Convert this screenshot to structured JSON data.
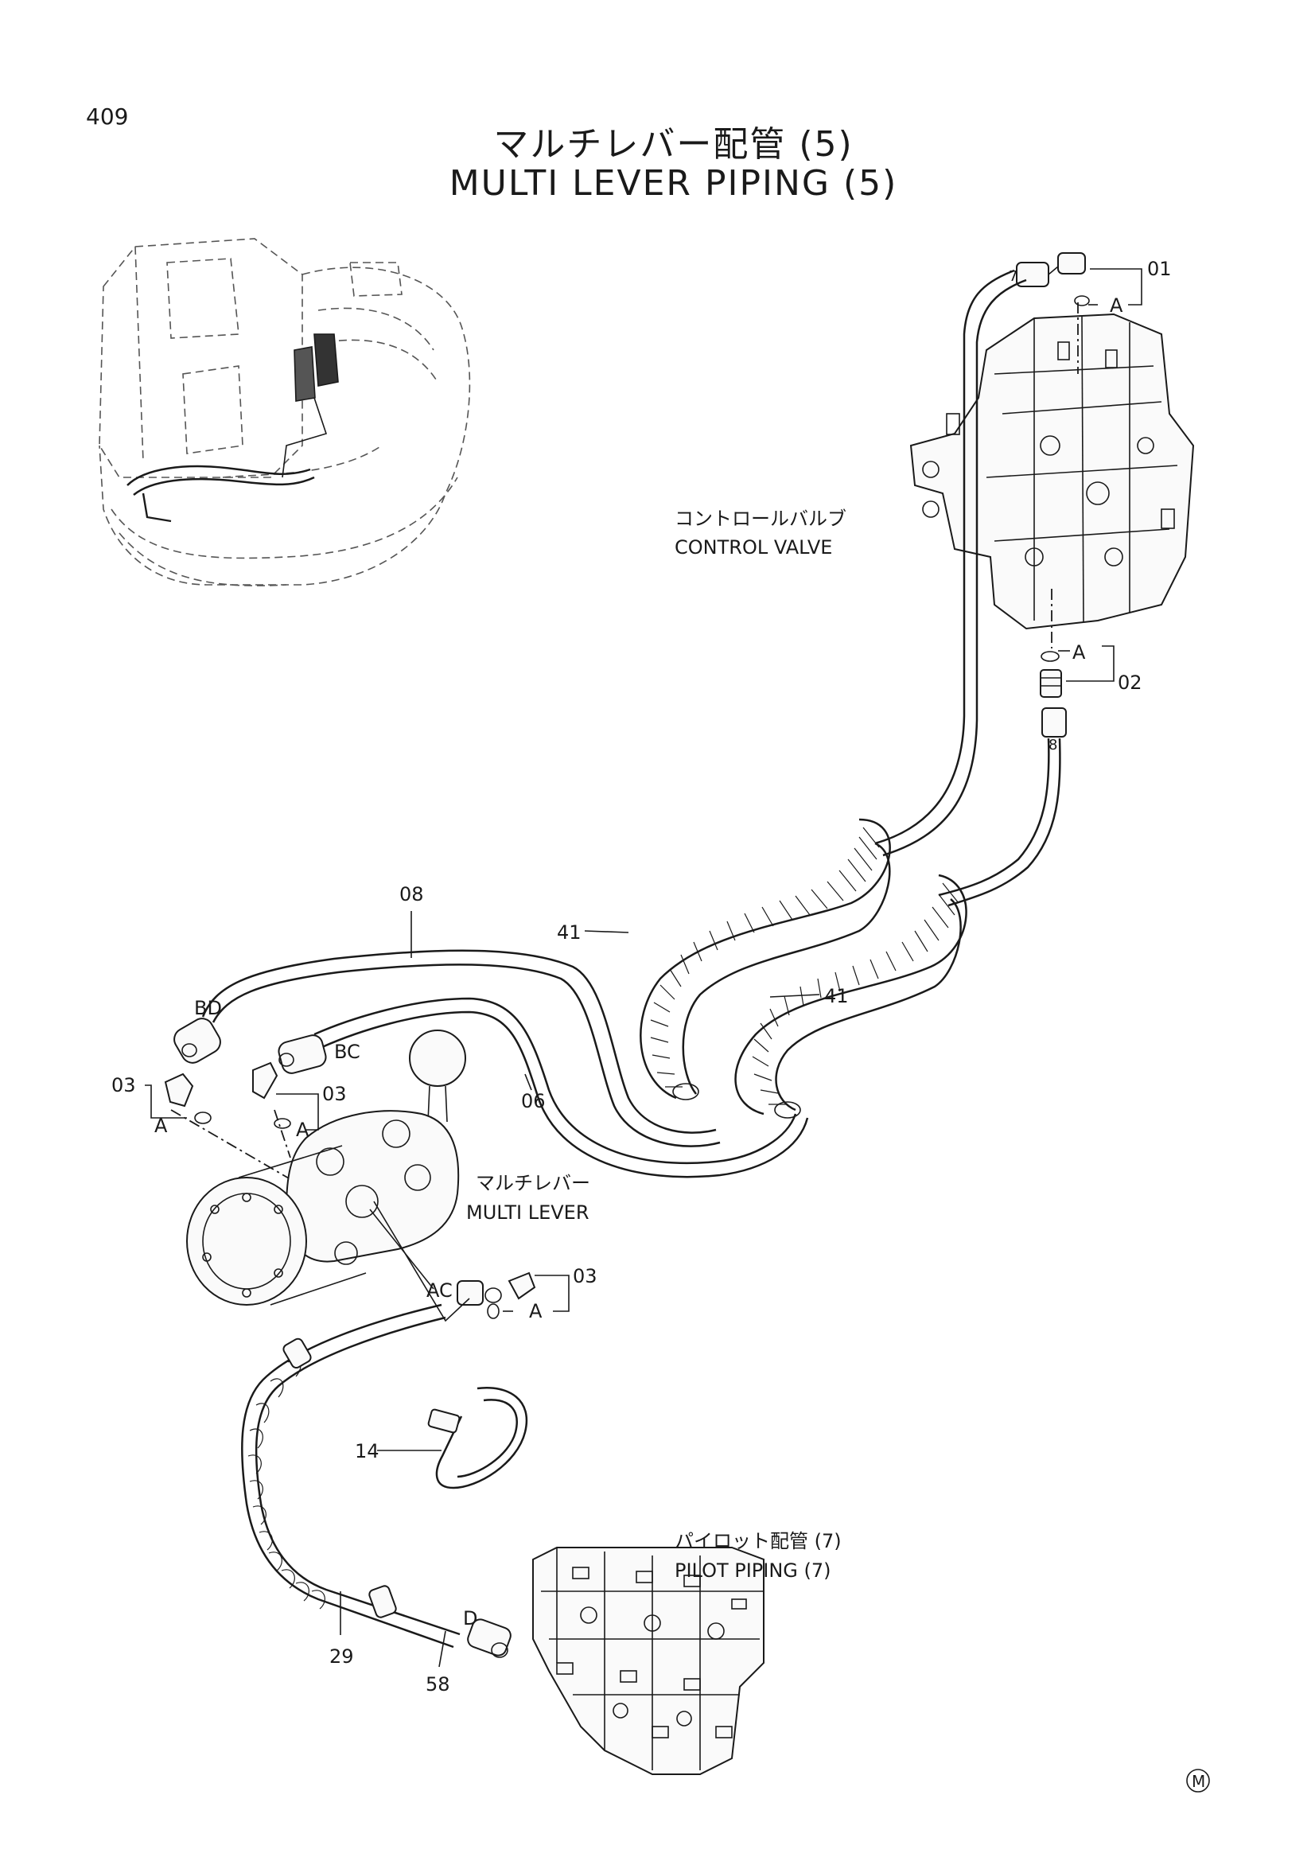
{
  "page": {
    "number": "409",
    "title_jp": "マルチレバー配管 (5)",
    "title_en": "MULTI LEVER PIPING (5)"
  },
  "components": {
    "control_valve": {
      "jp": "コントロールバルブ",
      "en": "CONTROL VALVE"
    },
    "multi_lever": {
      "jp": "マルチレバー",
      "en": "MULTI LEVER"
    },
    "pilot_piping": {
      "jp": "パイロット配管 (7)",
      "en": "PILOT PIPING (7)"
    }
  },
  "callouts": {
    "p01": "01",
    "p02": "02",
    "p03_left": "03",
    "p03_mid": "03",
    "p03_low": "03",
    "p06": "06",
    "p08": "08",
    "p14": "14",
    "p29": "29",
    "p41_upper": "41",
    "p41_lower": "41",
    "p58": "58"
  },
  "ports": {
    "a1": "A",
    "a2": "A",
    "a3": "A",
    "a4": "A",
    "a5": "A",
    "bd": "BD",
    "bc": "BC",
    "ac": "AC",
    "d": "D"
  },
  "marks": {
    "hose_tag_7": "7",
    "hose_tag_8": "8",
    "corner_mark": "M"
  }
}
